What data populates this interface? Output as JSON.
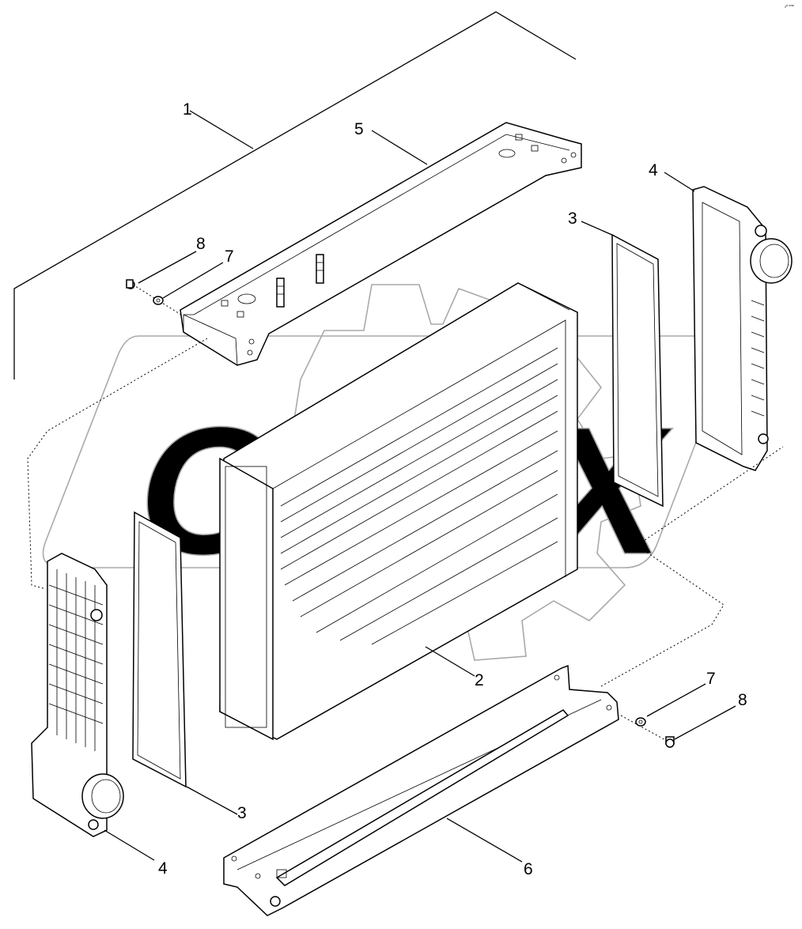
{
  "callouts": {
    "c1": "1",
    "c2": "2",
    "c3a": "3",
    "c3b": "3",
    "c4a": "4",
    "c4b": "4",
    "c5": "5",
    "c6": "6",
    "c7a": "7",
    "c7b": "7",
    "c8a": "8",
    "c8b": "8"
  },
  "watermark": {
    "text": "OREX"
  },
  "corner_mark": "ₐᵃ ˢᵒˢᵒ"
}
